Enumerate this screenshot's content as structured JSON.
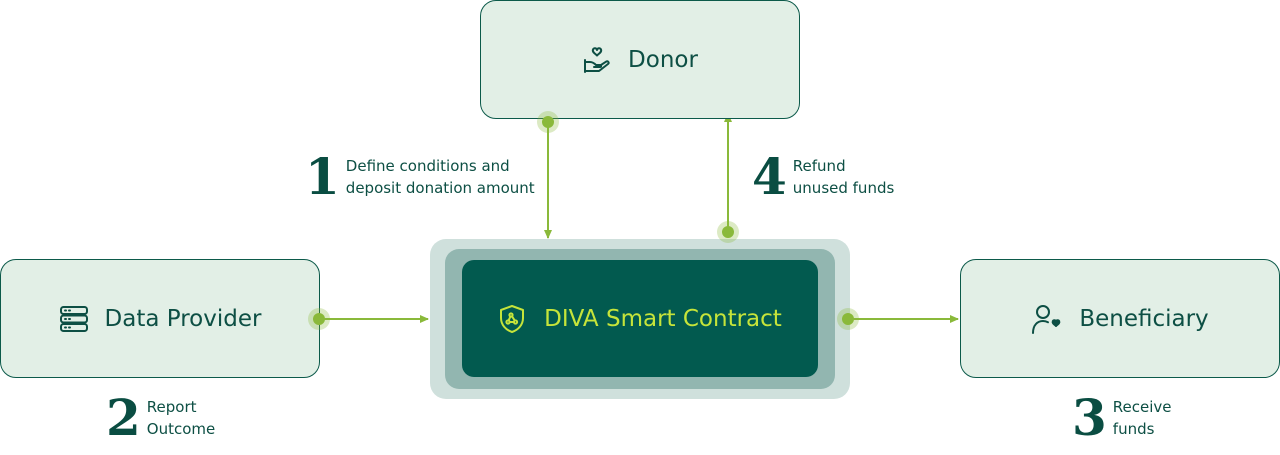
{
  "nodes": {
    "donor": {
      "label": "Donor",
      "icon": "hand-heart-icon"
    },
    "provider": {
      "label": "Data Provider",
      "icon": "server-icon"
    },
    "contract": {
      "label": "DIVA Smart Contract",
      "icon": "shield-icon"
    },
    "beneficiary": {
      "label": "Beneficiary",
      "icon": "user-heart-icon"
    }
  },
  "steps": [
    {
      "number": "1",
      "text": "Define conditions and\ndeposit donation amount"
    },
    {
      "number": "2",
      "text": "Report\nOutcome"
    },
    {
      "number": "3",
      "text": "Receive\nfunds"
    },
    {
      "number": "4",
      "text": "Refund\nunused funds"
    }
  ],
  "colors": {
    "box_fill": "#e2efe6",
    "box_border": "#0c5a4a",
    "contract_fill": "#025a4f",
    "contract_text": "#c6e43a",
    "connector": "#8ab93a",
    "text": "#0d4f44"
  }
}
